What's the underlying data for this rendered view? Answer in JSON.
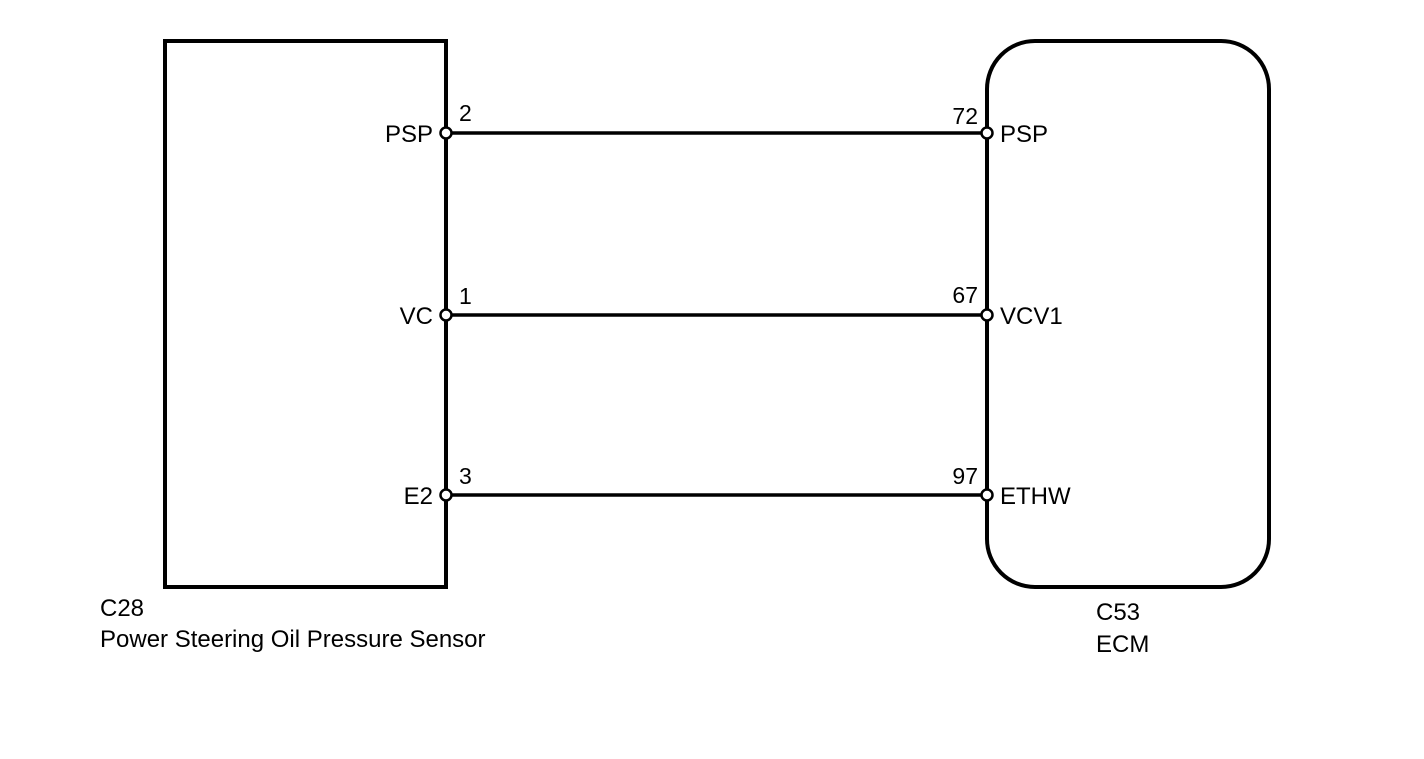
{
  "left_component": {
    "code": "C28",
    "name": "Power Steering Oil Pressure Sensor",
    "terminals": [
      {
        "label": "PSP",
        "pin": "2"
      },
      {
        "label": "VC",
        "pin": "1"
      },
      {
        "label": "E2",
        "pin": "3"
      }
    ]
  },
  "right_component": {
    "code": "C53",
    "name": "ECM",
    "terminals": [
      {
        "label": "PSP",
        "pin": "72"
      },
      {
        "label": "VCV1",
        "pin": "67"
      },
      {
        "label": "ETHW",
        "pin": "97"
      }
    ]
  },
  "colors": {
    "line": "#000000",
    "background": "#ffffff"
  }
}
